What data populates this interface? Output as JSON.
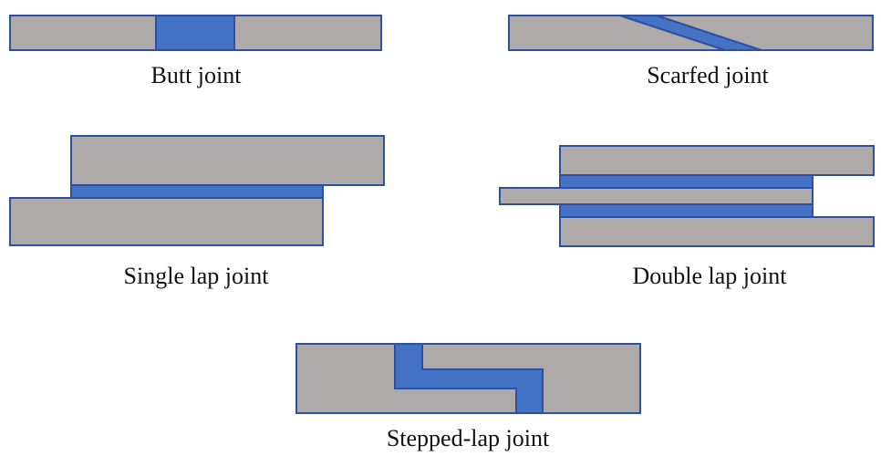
{
  "colors": {
    "adherend": "#aeaaaa",
    "adhesive": "#4472c4",
    "outline": "#2f4fa0",
    "caption_text": "#111111",
    "background": "#ffffff"
  },
  "joints": [
    {
      "id": "butt",
      "label": "Butt joint"
    },
    {
      "id": "scarfed",
      "label": "Scarfed joint"
    },
    {
      "id": "single-lap",
      "label": "Single lap joint"
    },
    {
      "id": "double-lap",
      "label": "Double lap joint"
    },
    {
      "id": "stepped-lap",
      "label": "Stepped-lap joint"
    }
  ]
}
